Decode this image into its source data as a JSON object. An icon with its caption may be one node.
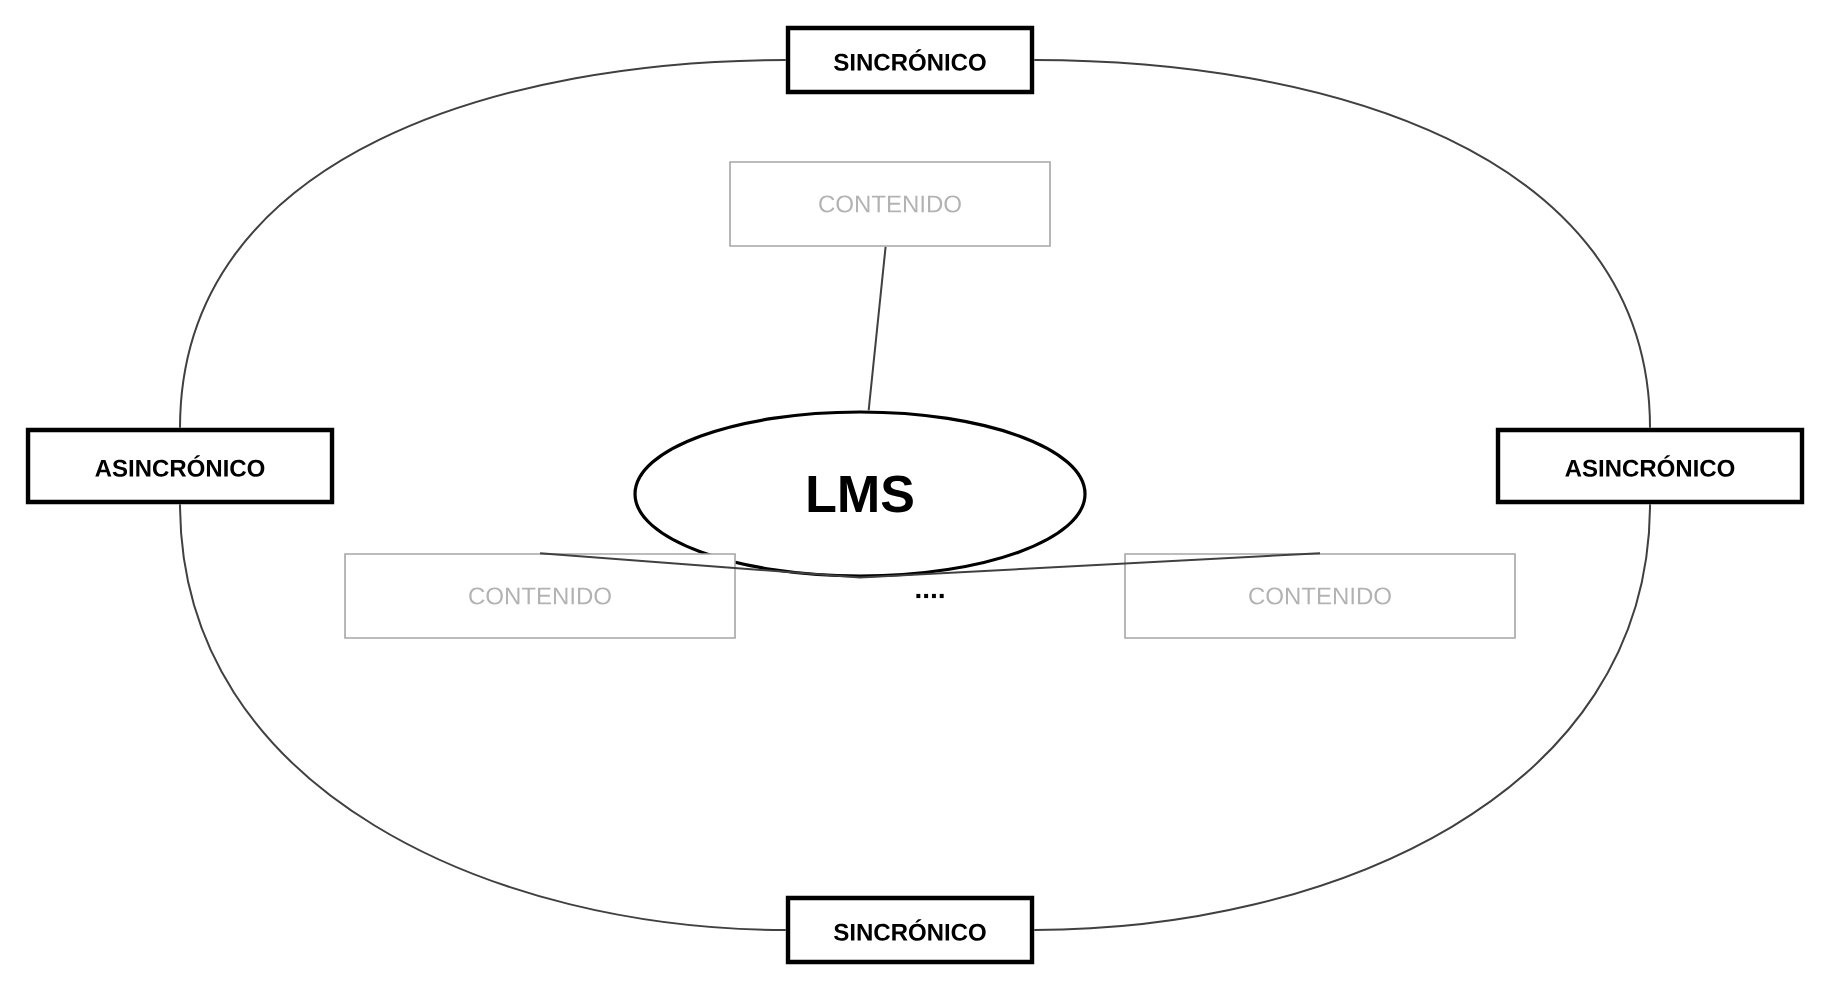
{
  "diagram": {
    "nodes": [
      {
        "text": [
          "SINCRÓNICO"
        ]
      },
      {
        "text": [
          "ASINCRÓNICO"
        ]
      },
      {
        "text": [
          "CONTENIDO"
        ]
      },
      {
        "text": [
          "LMS"
        ]
      },
      {
        "text": [
          "ASINCRÓNICO"
        ]
      },
      {
        "text": [
          "CONTENIDO"
        ]
      },
      {
        "text": [
          "CONTENIDO"
        ]
      },
      {
        "text": [
          "SINCRÓNICO"
        ]
      }
    ],
    "edges": [
      {
        "from": 0,
        "to": 4,
        "arrow": "none"
      },
      {
        "from": 4,
        "to": 7,
        "arrow": "none"
      },
      {
        "from": 7,
        "to": 1,
        "arrow": "none"
      },
      {
        "from": 1,
        "to": 0,
        "arrow": "none"
      },
      {
        "from": 2,
        "to": 3,
        "arrow": "none"
      },
      {
        "from": 3,
        "to": 5,
        "arrow": "none"
      },
      {
        "from": 3,
        "to": 6,
        "arrow": "none"
      }
    ],
    "labels": [
      "...."
    ]
  }
}
